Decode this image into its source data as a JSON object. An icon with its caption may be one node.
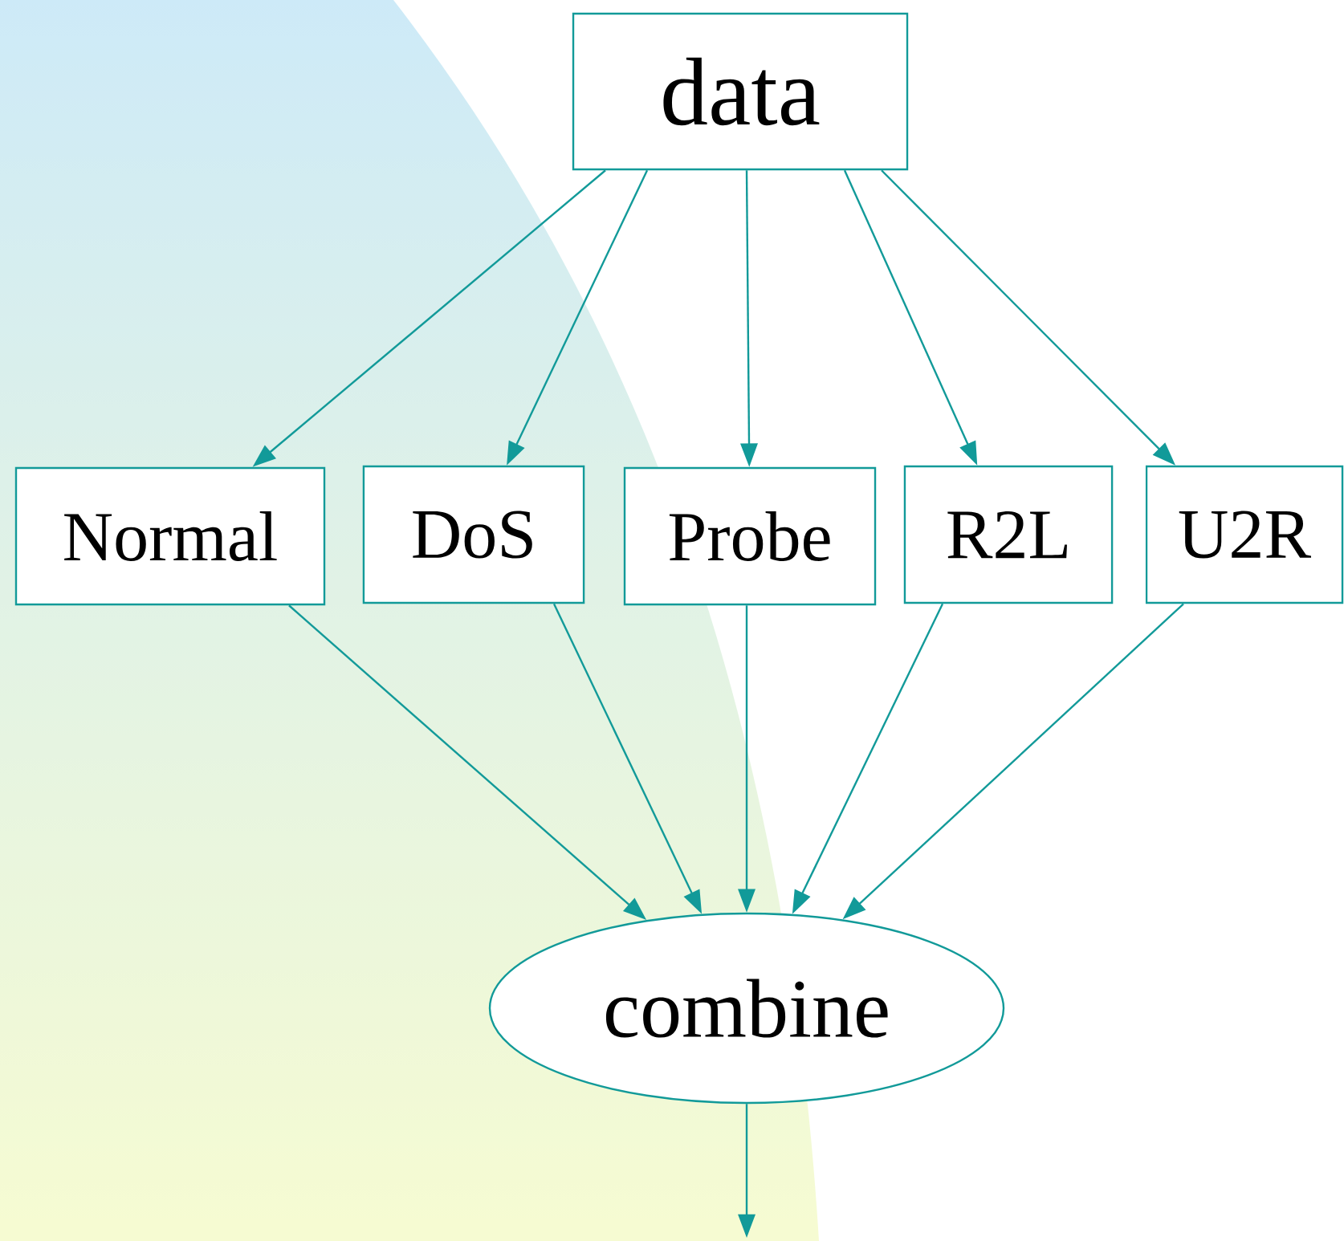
{
  "diagram": {
    "nodes": [
      {
        "text": [
          "data"
        ]
      },
      {
        "text": [
          "Normal"
        ]
      },
      {
        "text": [
          "DoS"
        ]
      },
      {
        "text": [
          "Probe"
        ]
      },
      {
        "text": [
          "R2L"
        ]
      },
      {
        "text": [
          "U2R"
        ]
      },
      {
        "text": [
          "combine"
        ]
      }
    ],
    "edges": [
      {
        "from": 0,
        "to": 1,
        "arrow": "to"
      },
      {
        "from": 0,
        "to": 2,
        "arrow": "to"
      },
      {
        "from": 0,
        "to": 3,
        "arrow": "to"
      },
      {
        "from": 0,
        "to": 4,
        "arrow": "to"
      },
      {
        "from": 0,
        "to": 5,
        "arrow": "to"
      },
      {
        "from": 1,
        "to": 6,
        "arrow": "to"
      },
      {
        "from": 2,
        "to": 6,
        "arrow": "to"
      },
      {
        "from": 3,
        "to": 6,
        "arrow": "to"
      },
      {
        "from": 4,
        "to": 6,
        "arrow": "to"
      },
      {
        "from": 5,
        "to": 6,
        "arrow": "to"
      },
      {
        "from": 6,
        "to": null,
        "arrow": "to"
      }
    ]
  }
}
